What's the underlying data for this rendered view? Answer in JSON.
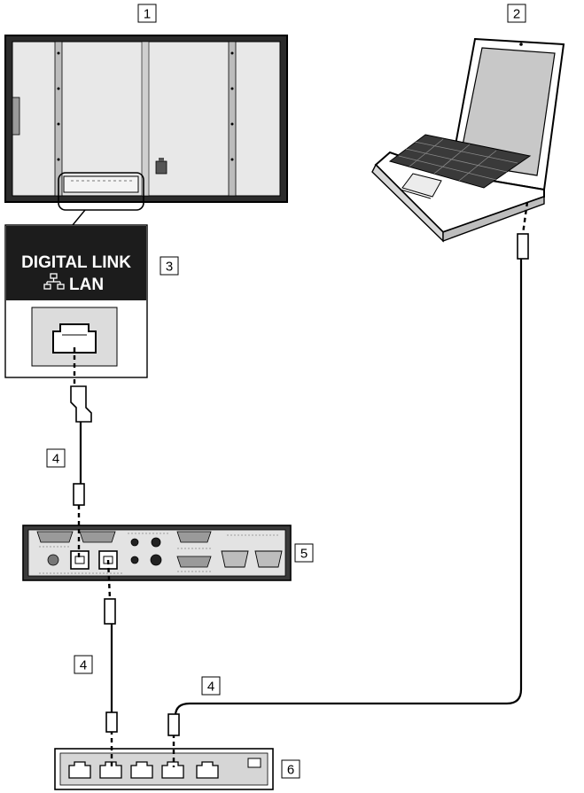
{
  "labels": {
    "display": "1",
    "computer": "2",
    "terminal": "3",
    "cable_display": "4",
    "cable_switch": "4",
    "cable_pc": "4",
    "transmitter": "5",
    "hub": "6"
  },
  "terminal_plate": {
    "line1": "DIGITAL LINK",
    "line2": "LAN"
  },
  "icons": {
    "network": "network-icon"
  },
  "colors": {
    "line": "#000000",
    "panel": "#2b2b2b",
    "plate": "#1c1c1c",
    "device": "#3a3a3a",
    "port_face": "#dcdcdc",
    "screen": "#c8c8c8"
  }
}
